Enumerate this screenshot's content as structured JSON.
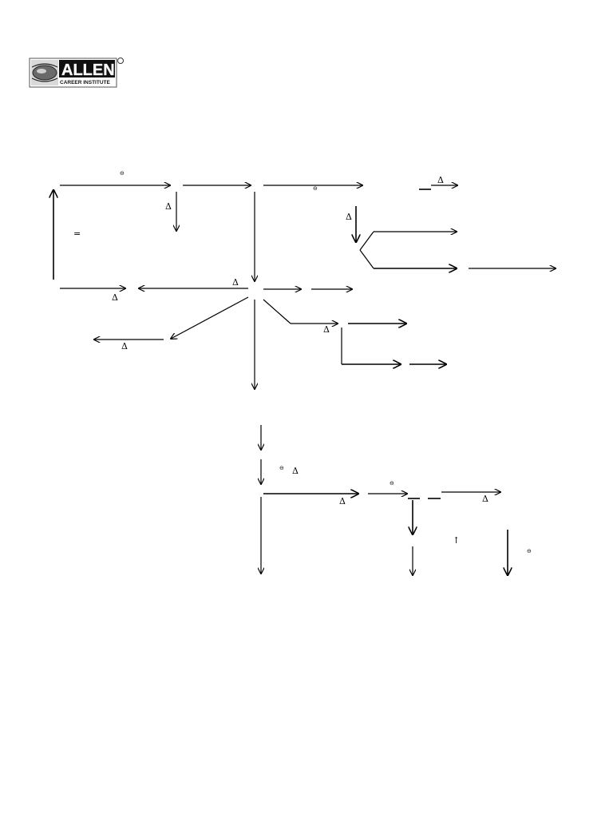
{
  "logo": {
    "name": "ALLEN",
    "subtitle": "CAREER INSTITUTE"
  },
  "symbols": {
    "delta": "Δ",
    "minus_circle": "⊖",
    "equals": "=",
    "up_arrow": "↑"
  }
}
